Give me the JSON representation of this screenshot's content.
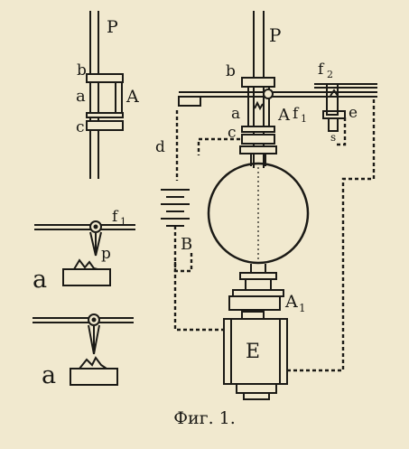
{
  "caption": "Фиг. 1.",
  "colors": {
    "paper": "#f1e9cf",
    "ink": "#1b1a16"
  },
  "labels": {
    "rod_top": "P",
    "b": "b",
    "a": "a",
    "A": "A",
    "c": "c",
    "f1": "f",
    "f1_sub": "1",
    "p": "p",
    "a_lower1": "a",
    "a_lower2": "a",
    "main_P": "P",
    "main_b": "b",
    "main_f2": "f",
    "main_f2_sub": "2",
    "main_a": "a",
    "main_A": "A",
    "main_f1": "f",
    "main_f1_sub": "1",
    "main_e": "e",
    "main_s": "s",
    "main_c": "c",
    "main_d": "d",
    "main_B": "B",
    "main_A1": "A",
    "main_A1_sub": "1",
    "main_E": "E"
  }
}
